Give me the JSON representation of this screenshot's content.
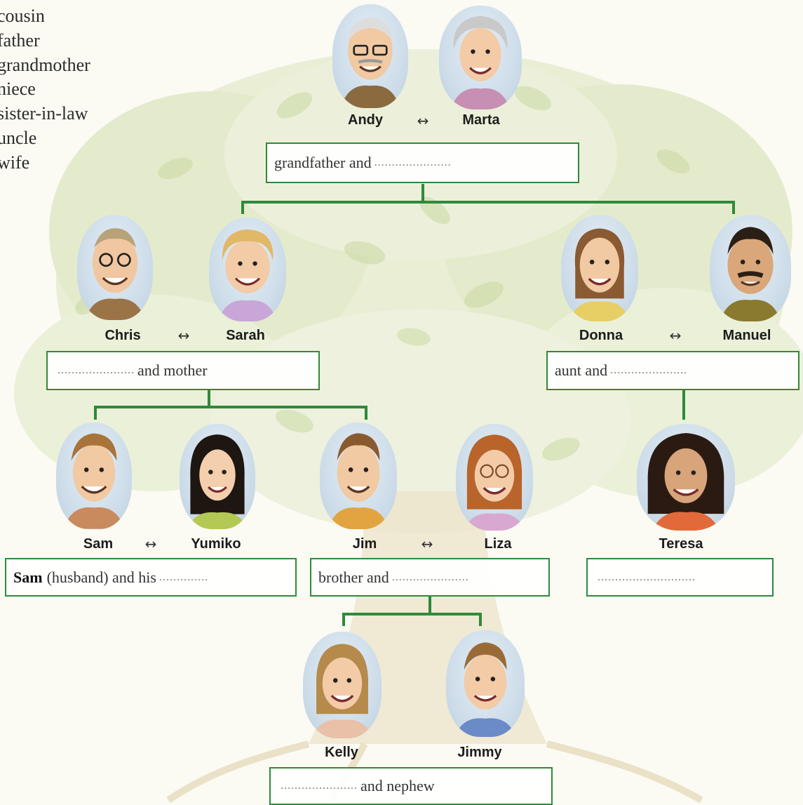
{
  "word_list": [
    "cousin",
    "father",
    "grandmother",
    "niece",
    "sister-in-law",
    "uncle",
    "wife"
  ],
  "people": {
    "andy": "Andy",
    "marta": "Marta",
    "chris": "Chris",
    "sarah": "Sarah",
    "donna": "Donna",
    "manuel": "Manuel",
    "sam": "Sam",
    "yumiko": "Yumiko",
    "jim": "Jim",
    "liza": "Liza",
    "teresa": "Teresa",
    "kelly": "Kelly",
    "jimmy": "Jimmy"
  },
  "relation_symbol": "↔",
  "boxes": {
    "grandparents_prefix": "grandfather and",
    "parents_suffix": "and mother",
    "aunt_prefix": "aunt and",
    "sam_bold": "Sam",
    "sam_text": "(husband) and his",
    "jim_prefix": "brother and",
    "children_suffix": "and nephew"
  },
  "blank_short": "..............",
  "blank_medium": "......................",
  "blank_long": "............................",
  "colors": {
    "connector": "#2f8a3a",
    "tree_leaves": "#d7e2b6",
    "tree_trunk": "#ece3c9"
  }
}
